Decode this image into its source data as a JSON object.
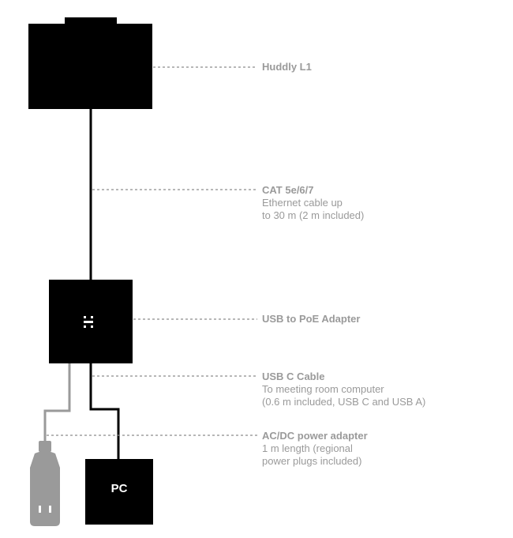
{
  "diagram": {
    "camera": {
      "name": "camera-device",
      "label": {
        "title": "Huddly L1",
        "lines": []
      }
    },
    "ethernet": {
      "label": {
        "title": "CAT 5e/6/7",
        "lines": [
          "Ethernet cable up",
          "to 30 m (2 m included)"
        ]
      }
    },
    "adapter": {
      "icon": "huddly-logo-icon",
      "label": {
        "title": "USB to PoE Adapter",
        "lines": []
      }
    },
    "usb_cable": {
      "label": {
        "title": "USB C Cable",
        "lines": [
          "To meeting room computer",
          "(0.6 m included, USB C and USB A)"
        ]
      }
    },
    "power_adapter": {
      "icon": "power-plug-icon",
      "label": {
        "title": "AC/DC power adapter",
        "lines": [
          "1 m length (regional",
          "power plugs included)"
        ]
      }
    },
    "pc": {
      "text": "PC"
    },
    "colors": {
      "device": "#000000",
      "cable_black": "#000000",
      "cable_grey": "#9a9a9a",
      "leader": "#8c8c8c",
      "label_text": "#9a9a9a"
    }
  }
}
